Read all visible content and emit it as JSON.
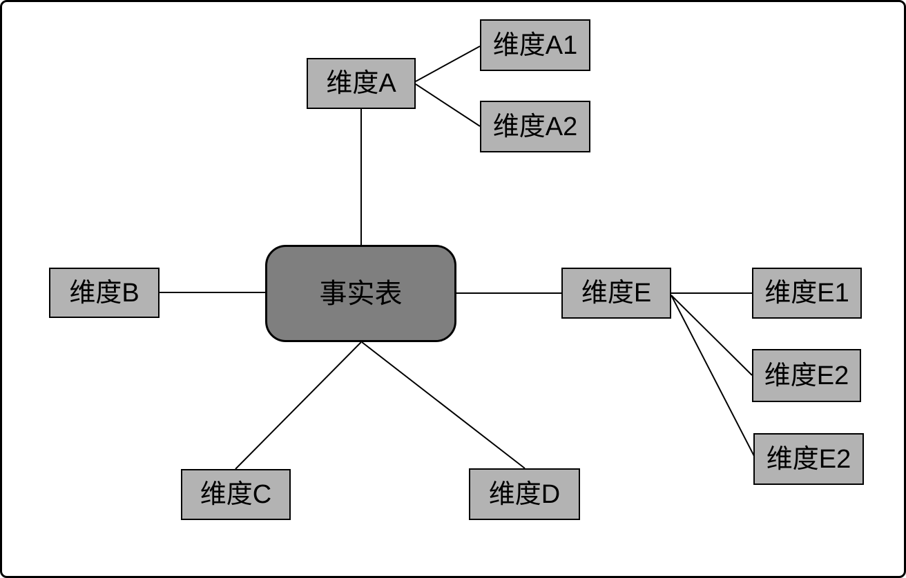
{
  "diagram": {
    "type": "star-schema",
    "fact": {
      "id": "fact-table",
      "label": "事实表"
    },
    "nodes": [
      {
        "id": "dim-a",
        "label": "维度A"
      },
      {
        "id": "dim-a1",
        "label": "维度A1"
      },
      {
        "id": "dim-a2",
        "label": "维度A2"
      },
      {
        "id": "dim-b",
        "label": "维度B"
      },
      {
        "id": "dim-c",
        "label": "维度C"
      },
      {
        "id": "dim-d",
        "label": "维度D"
      },
      {
        "id": "dim-e",
        "label": "维度E"
      },
      {
        "id": "dim-e1",
        "label": "维度E1"
      },
      {
        "id": "dim-e2-upper",
        "label": "维度E2"
      },
      {
        "id": "dim-e2-lower",
        "label": "维度E2"
      }
    ],
    "edges": [
      {
        "from": "fact-table",
        "to": "dim-a"
      },
      {
        "from": "fact-table",
        "to": "dim-b"
      },
      {
        "from": "fact-table",
        "to": "dim-c"
      },
      {
        "from": "fact-table",
        "to": "dim-d"
      },
      {
        "from": "fact-table",
        "to": "dim-e"
      },
      {
        "from": "dim-a",
        "to": "dim-a1"
      },
      {
        "from": "dim-a",
        "to": "dim-a2"
      },
      {
        "from": "dim-e",
        "to": "dim-e1"
      },
      {
        "from": "dim-e",
        "to": "dim-e2-upper"
      },
      {
        "from": "dim-e",
        "to": "dim-e2-lower"
      }
    ],
    "colors": {
      "background": "#ffffff",
      "dimension_fill": "#b3b3b3",
      "fact_fill": "#7f7f7f",
      "stroke": "#000000",
      "text": "#000000"
    }
  }
}
